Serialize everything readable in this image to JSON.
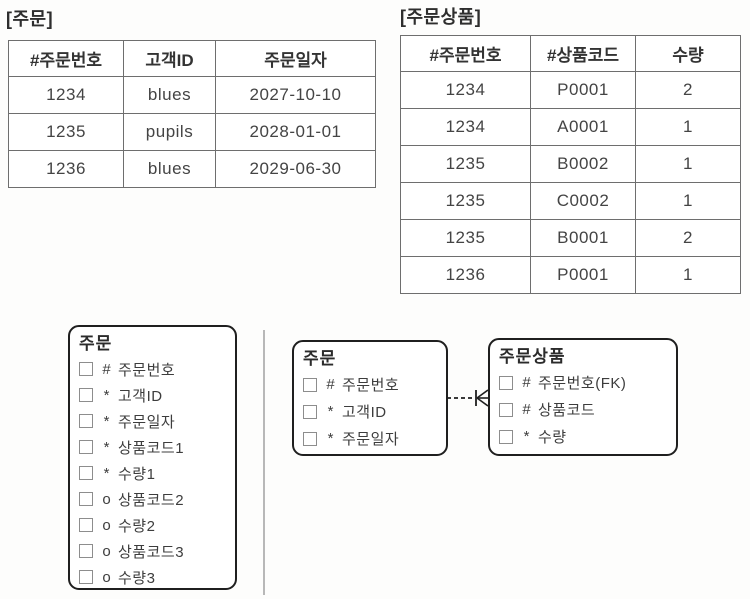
{
  "colors": {
    "ink": "#3a3a3a",
    "table-border": "#6e6e6e",
    "box-border": "#1f1f1f",
    "checkbox-border": "#8d8d8d",
    "divider": "#b8b8b8",
    "paper": "#fdfdfc"
  },
  "tables": [
    {
      "label": "[주문]",
      "headers": [
        "#주문번호",
        "고객ID",
        "주문일자"
      ],
      "rows": [
        [
          "1234",
          "blues",
          "2027-10-10"
        ],
        [
          "1235",
          "pupils",
          "2028-01-01"
        ],
        [
          "1236",
          "blues",
          "2029-06-30"
        ]
      ]
    },
    {
      "label": "[주문상품]",
      "headers": [
        "#주문번호",
        "#상품코드",
        "수량"
      ],
      "rows": [
        [
          "1234",
          "P0001",
          "2"
        ],
        [
          "1234",
          "A0001",
          "1"
        ],
        [
          "1235",
          "B0002",
          "1"
        ],
        [
          "1235",
          "C0002",
          "1"
        ],
        [
          "1235",
          "B0001",
          "2"
        ],
        [
          "1236",
          "P0001",
          "1"
        ]
      ]
    }
  ],
  "erd": {
    "entities": [
      {
        "title": "주문",
        "attributes": [
          {
            "symbol": "#",
            "name": "주문번호"
          },
          {
            "symbol": "*",
            "name": "고객ID"
          },
          {
            "symbol": "*",
            "name": "주문일자"
          },
          {
            "symbol": "*",
            "name": "상품코드1"
          },
          {
            "symbol": "*",
            "name": "수량1"
          },
          {
            "symbol": "o",
            "name": "상품코드2"
          },
          {
            "symbol": "o",
            "name": "수량2"
          },
          {
            "symbol": "o",
            "name": "상품코드3"
          },
          {
            "symbol": "o",
            "name": "수량3"
          }
        ]
      },
      {
        "title": "주문",
        "attributes": [
          {
            "symbol": "#",
            "name": "주문번호"
          },
          {
            "symbol": "*",
            "name": "고객ID"
          },
          {
            "symbol": "*",
            "name": "주문일자"
          }
        ]
      },
      {
        "title": "주문상품",
        "attributes": [
          {
            "symbol": "#",
            "name": "주문번호(FK)"
          },
          {
            "symbol": "#",
            "name": "상품코드"
          },
          {
            "symbol": "*",
            "name": "수량"
          }
        ]
      }
    ],
    "relationship": {
      "from": "주문",
      "to": "주문상품",
      "cardinality": "one-to-many",
      "line_style": "dashed"
    }
  }
}
